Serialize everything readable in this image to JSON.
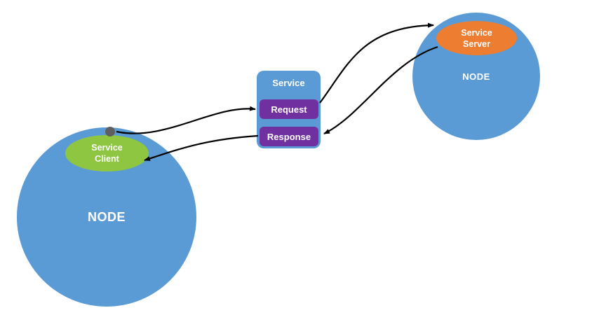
{
  "diagram": {
    "left_node": {
      "label": "NODE"
    },
    "right_node": {
      "label": "NODE"
    },
    "service_client": {
      "line1": "Service",
      "line2": "Client"
    },
    "service_server": {
      "line1": "Service",
      "line2": "Server"
    },
    "service": {
      "title": "Service",
      "request": "Request",
      "response": "Response"
    }
  },
  "colors": {
    "node_fill": "#5b9bd5",
    "client_fill": "#8ec641",
    "server_fill": "#ed7d31",
    "message_fill": "#7030a0",
    "dot_fill": "#5f5f5f",
    "arrow": "#000000",
    "background": "#ffffff"
  }
}
